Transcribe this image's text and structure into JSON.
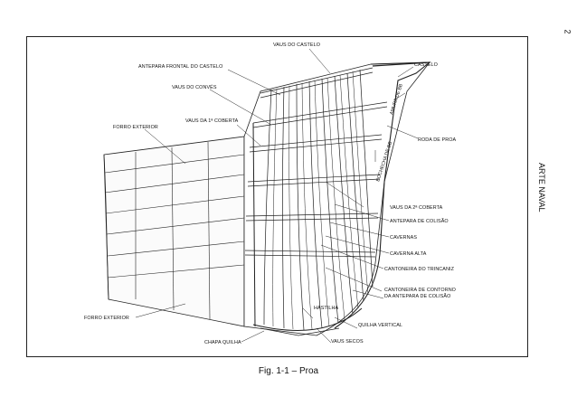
{
  "page": {
    "number": "2",
    "running_head": "ARTE NAVAL"
  },
  "figure": {
    "caption": "Fig. 1-1 – Proa",
    "labels": {
      "vaus_do_castelo": "VAUS DO CASTELO",
      "castelo": "CASTELO",
      "antepara_frontal_do_castelo": "ANTEPARA FRONTAL DO CASTELO",
      "amura_de_bb": "AMURA DE BB",
      "vaus_do_conves": "VAUS DO CONVÉS",
      "vaus_da_1_coberta": "VAUS DA 1ª COBERTA",
      "forro_exterior_top": "FORRO EXTERIOR",
      "roda_de_proa": "RODA DE PROA",
      "bochecha_de_bb": "BOCHECHA DE BB",
      "vaus_da_2_coberta": "VAUS DA 2ª COBERTA",
      "antepara_de_colisao": "ANTEPARA DE COLISÃO",
      "cavernas": "CAVERNAS",
      "caverna_alta": "CAVERNA ALTA",
      "cantoneira_do_trincaniz": "CANTONEIRA DO TRINCANIZ",
      "cantoneira_de_contorno_1": "CANTONEIRA DE CONTORNO",
      "cantoneira_de_contorno_2": "DA ANTEPARA DE COLISÃO",
      "hastilha": "HASTILHA",
      "quilha_vertical": "QUILHA VERTICAL",
      "forro_exterior_bottom": "FORRO EXTERIOR",
      "vaus_secos": "VAUS SECOS",
      "chapa_quilha": "CHAPA QUILHA"
    }
  }
}
